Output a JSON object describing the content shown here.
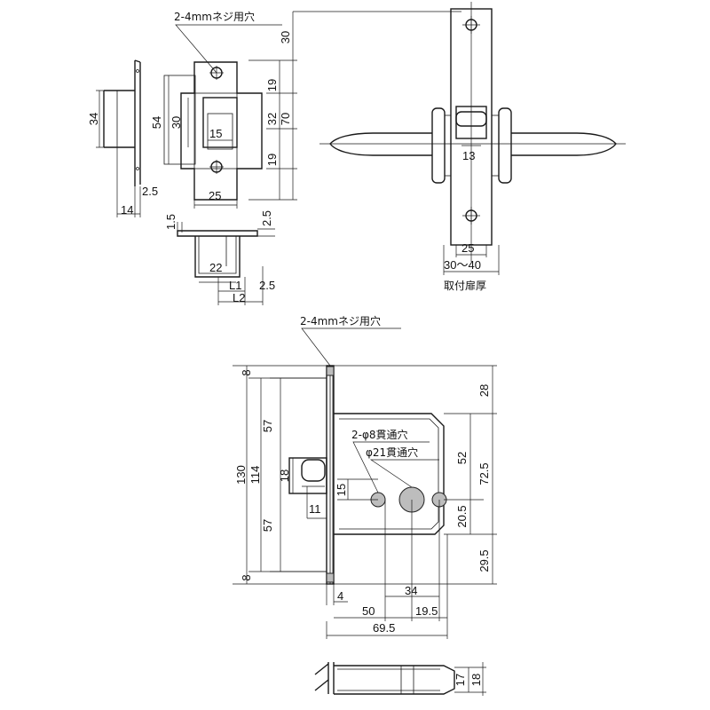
{
  "labels": {
    "screw_hole_top": "2-4mmネジ用穴",
    "screw_hole_case": "2-4mmネジ用穴",
    "through_hole_8": "2-φ8貫通穴",
    "through_hole_21": "φ21貫通穴",
    "door_thickness": "取付扉厚"
  },
  "strike_dims": {
    "d30_top": "30",
    "d19_upper": "19",
    "d32": "32",
    "d70": "70",
    "d19_lower": "19",
    "d54": "54",
    "d30_inner": "30",
    "d15": "15",
    "d25": "25",
    "d34": "34",
    "d2_5_side": "2.5",
    "d14": "14",
    "d1_5": "1.5",
    "d2_5_top": "2.5",
    "d22": "22",
    "d_l1": "L1",
    "d_l2": "L2",
    "d2_5_bottom": "2.5"
  },
  "handle_dims": {
    "d13": "13",
    "d25": "25",
    "d30_40": "30～40"
  },
  "case_dims": {
    "d130": "130",
    "d114": "114",
    "d8_top": "8",
    "d57_upper": "57",
    "d57_lower": "57",
    "d8_bottom": "8",
    "d18": "18",
    "d15": "15",
    "d11": "11",
    "d4": "4",
    "d28": "28",
    "d52": "52",
    "d72_5": "72.5",
    "d20_5": "20.5",
    "d29_5": "29.5",
    "d34": "34",
    "d50": "50",
    "d19_5": "19.5",
    "d69_5": "69.5",
    "d17": "17",
    "d18_side": "18"
  }
}
